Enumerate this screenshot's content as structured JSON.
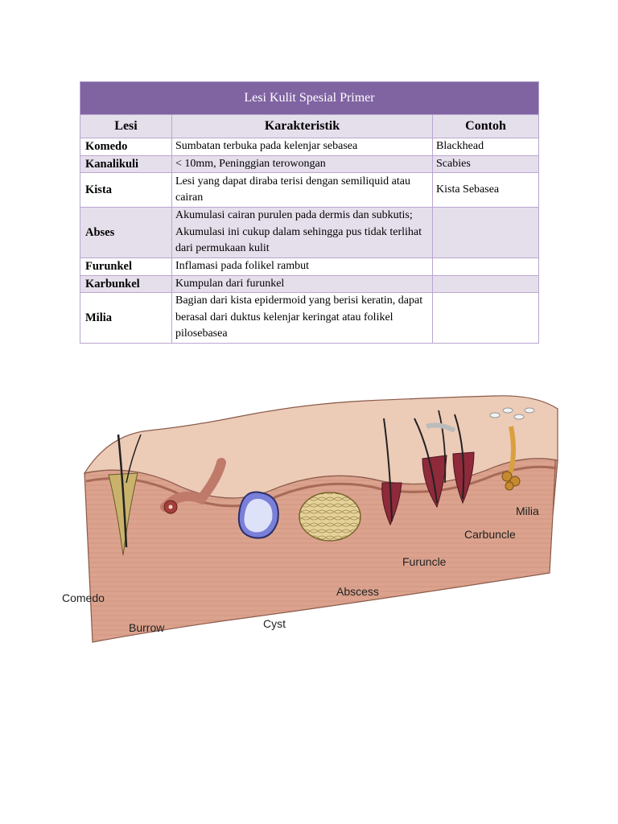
{
  "table": {
    "title": "Lesi Kulit Spesial Primer",
    "headers": [
      "Lesi",
      "Karakteristik",
      "Contoh"
    ],
    "rows": [
      {
        "lesi": "Komedo",
        "karakteristik": "Sumbatan terbuka pada kelenjar sebasea",
        "contoh": "Blackhead"
      },
      {
        "lesi": "Kanalikuli",
        "karakteristik": "< 10mm, Peninggian terowongan",
        "contoh": "Scabies"
      },
      {
        "lesi": "Kista",
        "karakteristik": "Lesi yang dapat diraba terisi dengan semiliquid atau cairan",
        "contoh": "Kista Sebasea"
      },
      {
        "lesi": "Abses",
        "karakteristik": "Akumulasi cairan purulen pada dermis dan subkutis; Akumulasi ini cukup dalam sehingga pus tidak terlihat dari permukaan kulit",
        "contoh": ""
      },
      {
        "lesi": "Furunkel",
        "karakteristik": "Inflamasi pada folikel rambut",
        "contoh": ""
      },
      {
        "lesi": "Karbunkel",
        "karakteristik": "Kumpulan dari furunkel",
        "contoh": ""
      },
      {
        "lesi": "Milia",
        "karakteristik": "Bagian dari kista epidermoid yang berisi keratin, dapat berasal dari duktus kelenjar keringat atau folikel pilosebasea",
        "contoh": ""
      }
    ]
  },
  "illustration": {
    "labels": {
      "comedo": "Comedo",
      "burrow": "Burrow",
      "cyst": "Cyst",
      "abscess": "Abscess",
      "furuncle": "Furuncle",
      "carbuncle": "Carbuncle",
      "milia": "Milia"
    }
  },
  "colors": {
    "header_purple": "#8064a2",
    "row_lavender": "#e5dfec",
    "skin_surface": "#ebc9b4",
    "dermis": "#d9a08c"
  }
}
